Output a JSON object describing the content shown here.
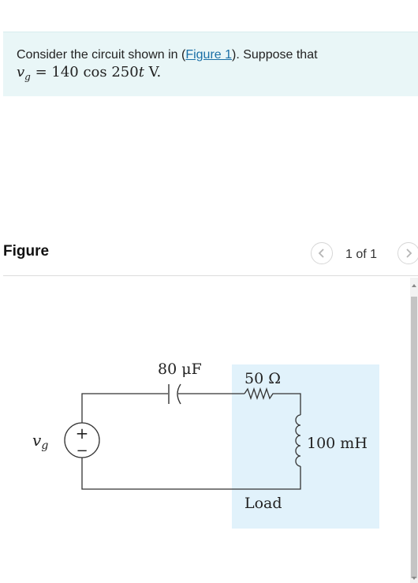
{
  "problem": {
    "intro": "Consider the circuit shown in (",
    "figure_link": "Figure 1",
    "after_link": "). Suppose that",
    "eq_var": "v",
    "eq_sub": "g",
    "eq_rest": " = 140 cos 250",
    "eq_t": "t",
    "eq_unit": " V."
  },
  "figure": {
    "title": "Figure",
    "pager_text": "1 of 1",
    "prev_icon": "chevron-left-icon",
    "next_icon": "chevron-right-icon"
  },
  "circuit": {
    "capacitor_label": "80 μF",
    "resistor_label": "50 Ω",
    "inductor_label": "100 mH",
    "source_label_var": "v",
    "source_label_sub": "g",
    "source_plus": "+",
    "source_minus": "−",
    "load_label": "Load",
    "load_box_color": "#e1f2fb"
  }
}
